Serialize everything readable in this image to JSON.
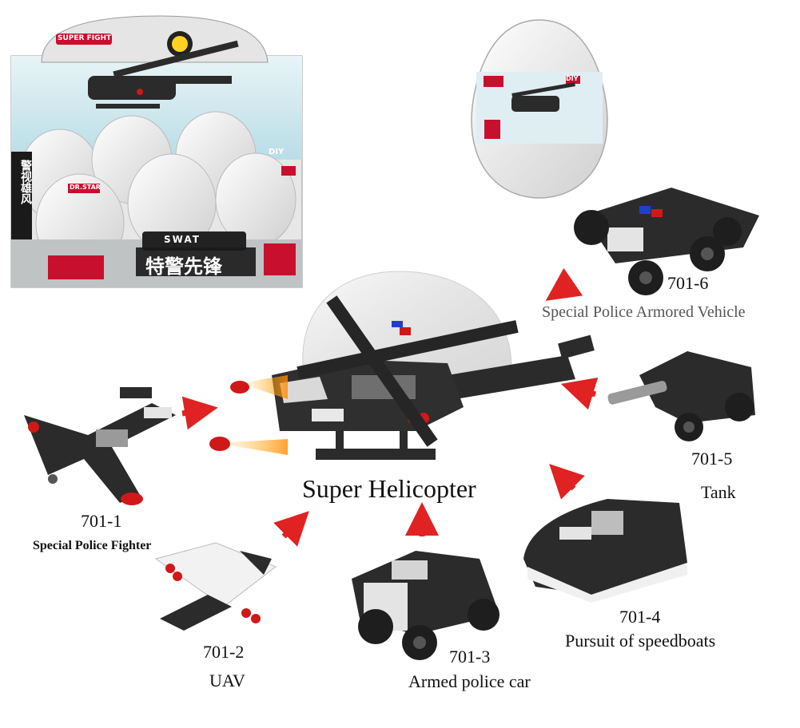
{
  "colors": {
    "arrow": "#e02222",
    "brick_dark": "#2b2b2b",
    "brick_light": "#e8e8e8",
    "stud_red": "#d01818",
    "stud_blue": "#2040c8",
    "box_red": "#c8102e",
    "text": "#111111"
  },
  "package": {
    "swat_label": "SWAT",
    "diy_label": "DIY",
    "brand_label": "DR.STAR",
    "box_headline": "特警先锋",
    "box_side_text": "警视雄风",
    "top_badge": "SUPER FIGHT"
  },
  "center": {
    "title": "Super Helicopter"
  },
  "models": [
    {
      "code": "701-1",
      "name": "Special Police Fighter"
    },
    {
      "code": "701-2",
      "name": "UAV"
    },
    {
      "code": "701-3",
      "name": "Armed police car"
    },
    {
      "code": "701-4",
      "name": "Pursuit of speedboats"
    },
    {
      "code": "701-5",
      "name": "Tank"
    },
    {
      "code": "701-6",
      "name": "Special Police Armored Vehicle"
    }
  ]
}
